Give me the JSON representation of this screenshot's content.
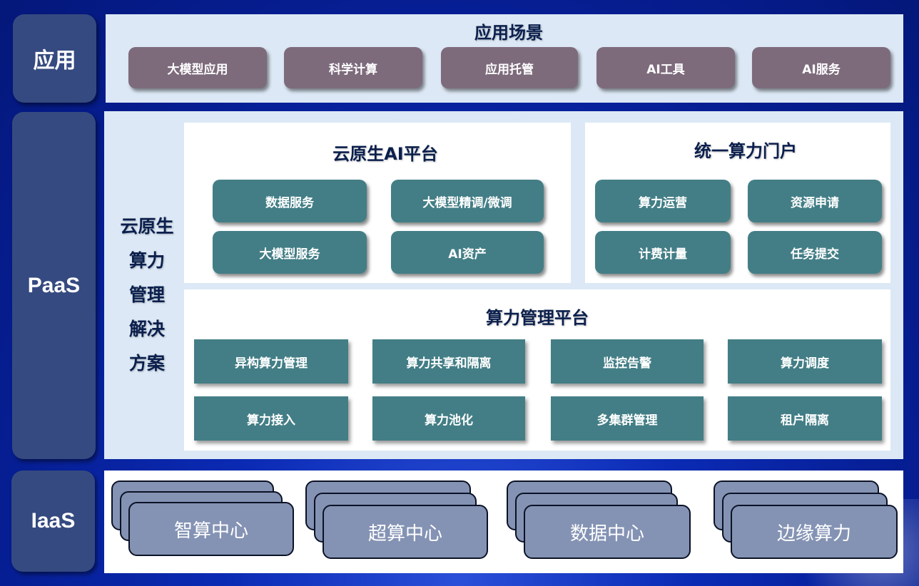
{
  "layers": {
    "app": "应用",
    "paas": "PaaS",
    "iaas": "IaaS"
  },
  "application": {
    "title": "应用场景",
    "items": [
      "大模型应用",
      "科学计算",
      "应用托管",
      "AI工具",
      "AI服务"
    ]
  },
  "paas": {
    "side_lines": [
      "云原生",
      "算力",
      "管理",
      "解决",
      "方案"
    ],
    "ai_platform": {
      "title": "云原生AI平台",
      "items": [
        "数据服务",
        "大模型精调/微调",
        "大模型服务",
        "AI资产"
      ]
    },
    "portal": {
      "title": "统一算力门户",
      "items": [
        "算力运营",
        "资源申请",
        "计费计量",
        "任务提交"
      ]
    },
    "mgmt": {
      "title": "算力管理平台",
      "items": [
        "异构算力管理",
        "算力共享和隔离",
        "监控告警",
        "算力调度",
        "算力接入",
        "算力池化",
        "多集群管理",
        "租户隔离"
      ]
    }
  },
  "iaas": {
    "items": [
      "智算中心",
      "超算中心",
      "数据中心",
      "边缘算力"
    ]
  },
  "colors": {
    "background": "#061e93",
    "layer_label": "#354a80",
    "panel": "#dce8f5",
    "app_button": "#7d6b7c",
    "teal_button": "#437e86",
    "iaas_card": "#8493b4"
  }
}
